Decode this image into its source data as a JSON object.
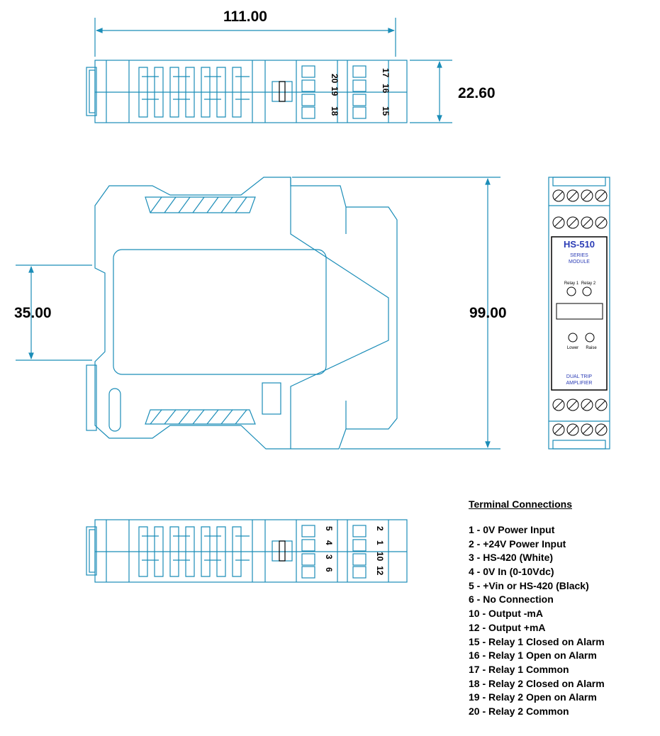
{
  "dimensions": {
    "width": "111.00",
    "height_top": "22.60",
    "rail": "35.00",
    "height_side": "99.00"
  },
  "top_view": {
    "left_terminals": [
      "20",
      "19",
      "18"
    ],
    "right_terminals": [
      "17",
      "16",
      "15"
    ]
  },
  "bottom_view": {
    "left_terminals": [
      "5",
      "4",
      "3",
      "6"
    ],
    "right_terminals": [
      "2",
      "1",
      "10",
      "12"
    ]
  },
  "front_panel": {
    "model": "HS-510",
    "series_line1": "SERIES",
    "series_line2": "MODULE",
    "relay1": "Relay 1",
    "relay2": "Relay 2",
    "lower": "Lower",
    "raise": "Raise",
    "product_line1": "DUAL TRIP",
    "product_line2": "AMPLIFIER",
    "text_color": "#2a3bb5"
  },
  "terminal_connections": {
    "title": "Terminal Connections",
    "items": [
      "1 - 0V Power Input",
      "2 - +24V Power Input",
      "3 - HS-420 (White)",
      "4 - 0V In (0-10Vdc)",
      "5 - +Vin or HS-420 (Black)",
      "6 - No Connection",
      "10 - Output -mA",
      "12 - Output +mA",
      "15 - Relay 1 Closed on Alarm",
      "16 - Relay 1 Open on Alarm",
      "17 - Relay 1 Common",
      "18 - Relay 2 Closed on Alarm",
      "19 - Relay 2 Open on Alarm",
      "20 - Relay 2 Common"
    ]
  },
  "colors": {
    "outline": "#1b8db8",
    "dimension": "#000000"
  }
}
